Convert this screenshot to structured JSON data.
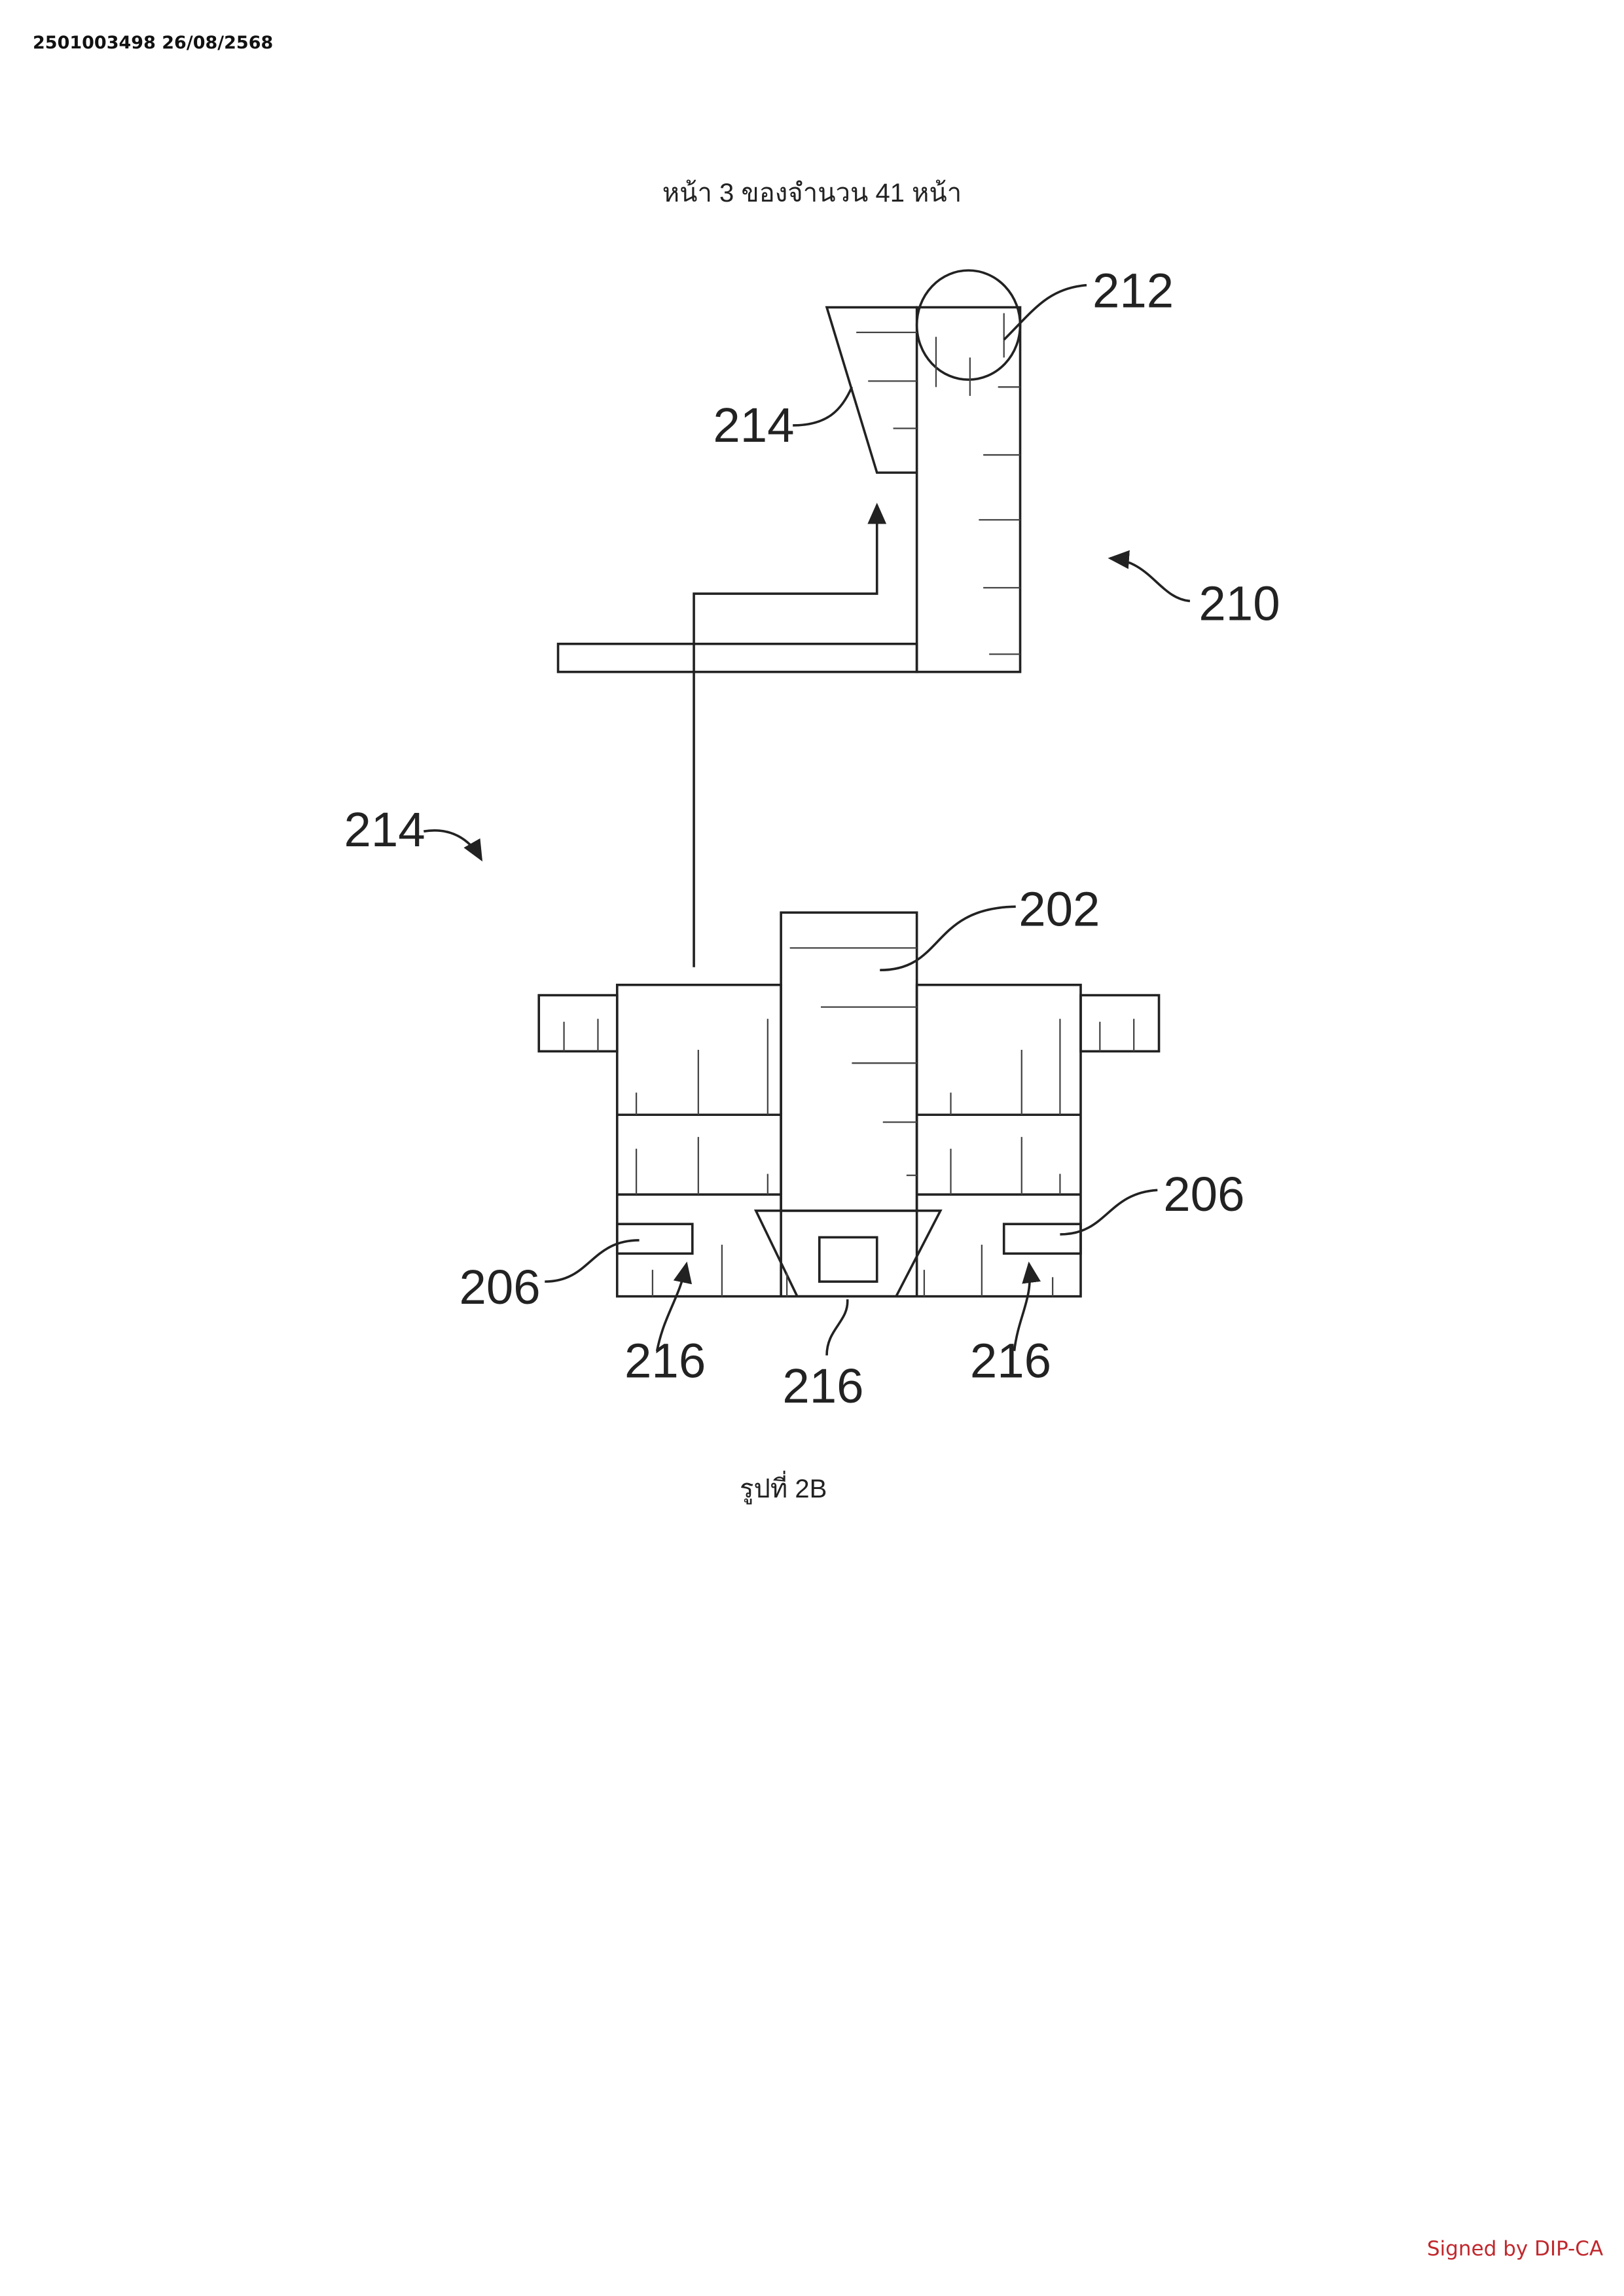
{
  "header": {
    "doc_id": "2501003498 26/08/2568"
  },
  "page_title": "หน้า 3 ของจำนวน 41 หน้า",
  "figure": {
    "caption": "รูปที่ 2B",
    "labels": {
      "l212": "212",
      "l214_top": "214",
      "l210": "210",
      "l214_left": "214",
      "l202": "202",
      "l206_right": "206",
      "l206_left": "206",
      "l216_left": "216",
      "l216_center": "216",
      "l216_right": "216"
    }
  },
  "footer": {
    "signature": "Signed by DIP-CA"
  },
  "colors": {
    "signature": "#c0282d",
    "lines": "#222222"
  }
}
